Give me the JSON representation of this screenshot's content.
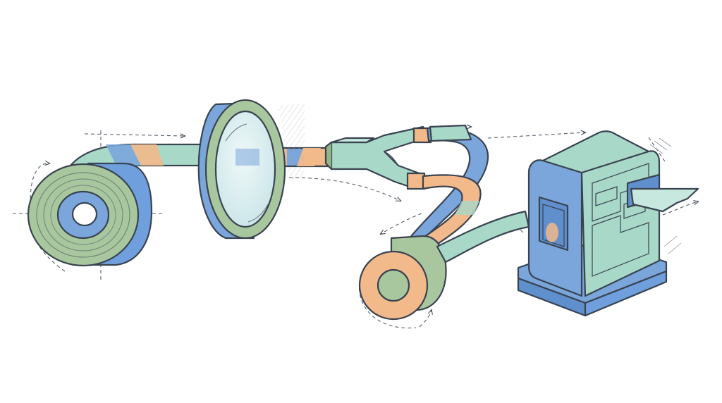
{
  "palette": {
    "blue": "#7aa6dc",
    "blue_dark": "#5f8fcd",
    "green": "#a9c79f",
    "green_dark": "#93b58a",
    "mint": "#a8d8c8",
    "mint_light": "#c6e8de",
    "orange": "#f2b98a",
    "lens": "#d9eef0",
    "ink": "#3a4350",
    "paper": "#ffffff"
  },
  "components": {
    "supply_roll": "roll",
    "filter_ring": "ring",
    "splitter": "y-splitter",
    "take_up_roll": "roll",
    "processor_unit": "machine"
  }
}
